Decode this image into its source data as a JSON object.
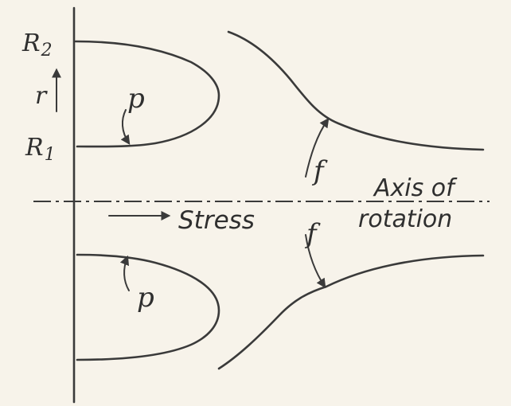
{
  "labels": {
    "r2": "R",
    "r2_sub": "2",
    "r1": "R",
    "r1_sub": "1",
    "r": "r",
    "p_top": "p",
    "p_bottom": "p",
    "f_top": "f",
    "f_bottom": "f",
    "stress": "Stress",
    "axis_line1": "Axis of",
    "axis_line2": "rotation"
  }
}
